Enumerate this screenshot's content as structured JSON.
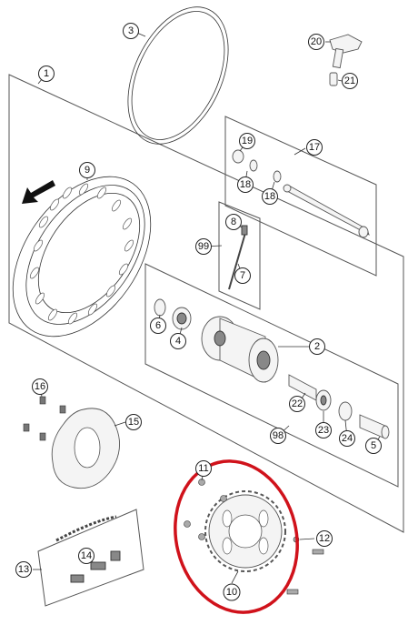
{
  "callouts": {
    "c1": "1",
    "c2": "2",
    "c3": "3",
    "c4": "4",
    "c5": "5",
    "c6": "6",
    "c7": "7",
    "c8": "8",
    "c9": "9",
    "c10": "10",
    "c11": "11",
    "c12": "12",
    "c13": "13",
    "c14": "14",
    "c15": "15",
    "c16": "16",
    "c17": "17",
    "c18a": "18",
    "c18b": "18",
    "c19": "19",
    "c20": "20",
    "c21": "21",
    "c22": "22",
    "c23": "23",
    "c24": "24",
    "c98": "98",
    "c99": "99"
  },
  "colors": {
    "highlight": "#d0121b",
    "line": "#333333",
    "part_fill": "#f4f4f4"
  },
  "highlight": {
    "target_part": "10"
  }
}
